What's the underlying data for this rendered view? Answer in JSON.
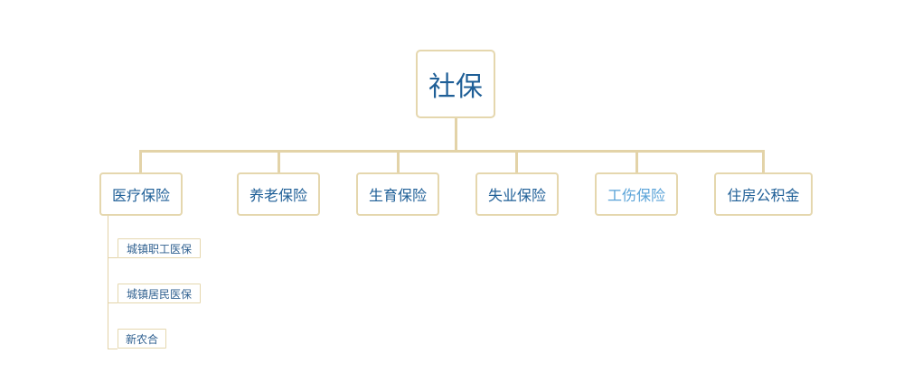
{
  "root": {
    "label": "社保"
  },
  "categories": [
    {
      "label": "医疗保险"
    },
    {
      "label": "养老保险"
    },
    {
      "label": "生育保险"
    },
    {
      "label": "失业保险"
    },
    {
      "label": "工伤保险"
    },
    {
      "label": "住房公积金"
    }
  ],
  "medical_subtypes": [
    {
      "label": "城镇职工医保"
    },
    {
      "label": "城镇居民医保"
    },
    {
      "label": "新农合"
    }
  ],
  "colors": {
    "border": "#e5d7ae",
    "connector": "#e3d3a8",
    "text": "#1f5f97",
    "text_highlight": "#5aa3d8"
  }
}
